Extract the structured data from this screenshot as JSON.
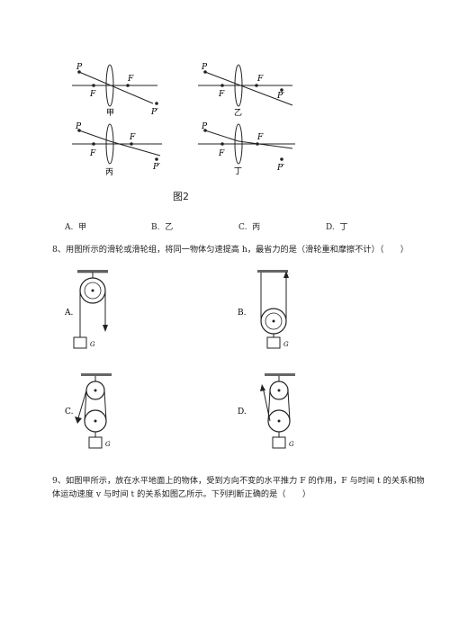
{
  "figure2": {
    "caption": "图2",
    "panels": [
      {
        "name": "甲",
        "p_label": "P",
        "f_left": "F",
        "f_right": "F",
        "p_prime": "P′"
      },
      {
        "name": "乙",
        "p_label": "P",
        "f_left": "F",
        "f_right": "F",
        "p_prime": "P′"
      },
      {
        "name": "丙",
        "p_label": "P",
        "f_left": "F",
        "f_right": "F",
        "p_prime": "P′"
      },
      {
        "name": "丁",
        "p_label": "P",
        "f_left": "F",
        "f_right": "F",
        "p_prime": "P′"
      }
    ]
  },
  "q7_options": [
    {
      "label": "A.",
      "text": "甲"
    },
    {
      "label": "B.",
      "text": "乙"
    },
    {
      "label": "C.",
      "text": "丙"
    },
    {
      "label": "D.",
      "text": "丁"
    }
  ],
  "q8": {
    "text": "8、用图所示的滑轮或滑轮组，将同一物体匀速提高 h，最省力的是（滑轮重和摩擦不计）（　　）",
    "options": [
      {
        "label": "A.",
        "weight": "G"
      },
      {
        "label": "B.",
        "weight": "G"
      },
      {
        "label": "C.",
        "weight": "G"
      },
      {
        "label": "D.",
        "weight": "G"
      }
    ]
  },
  "q9": {
    "line1": "9、如图甲所示，放在水平地面上的物体，受到方向不变的水平推力 F 的作用，F 与时间 t 的关系和物",
    "line2": "体运动速度 v 与时间 t 的关系如图乙所示。下列判断正确的是（　　）"
  }
}
